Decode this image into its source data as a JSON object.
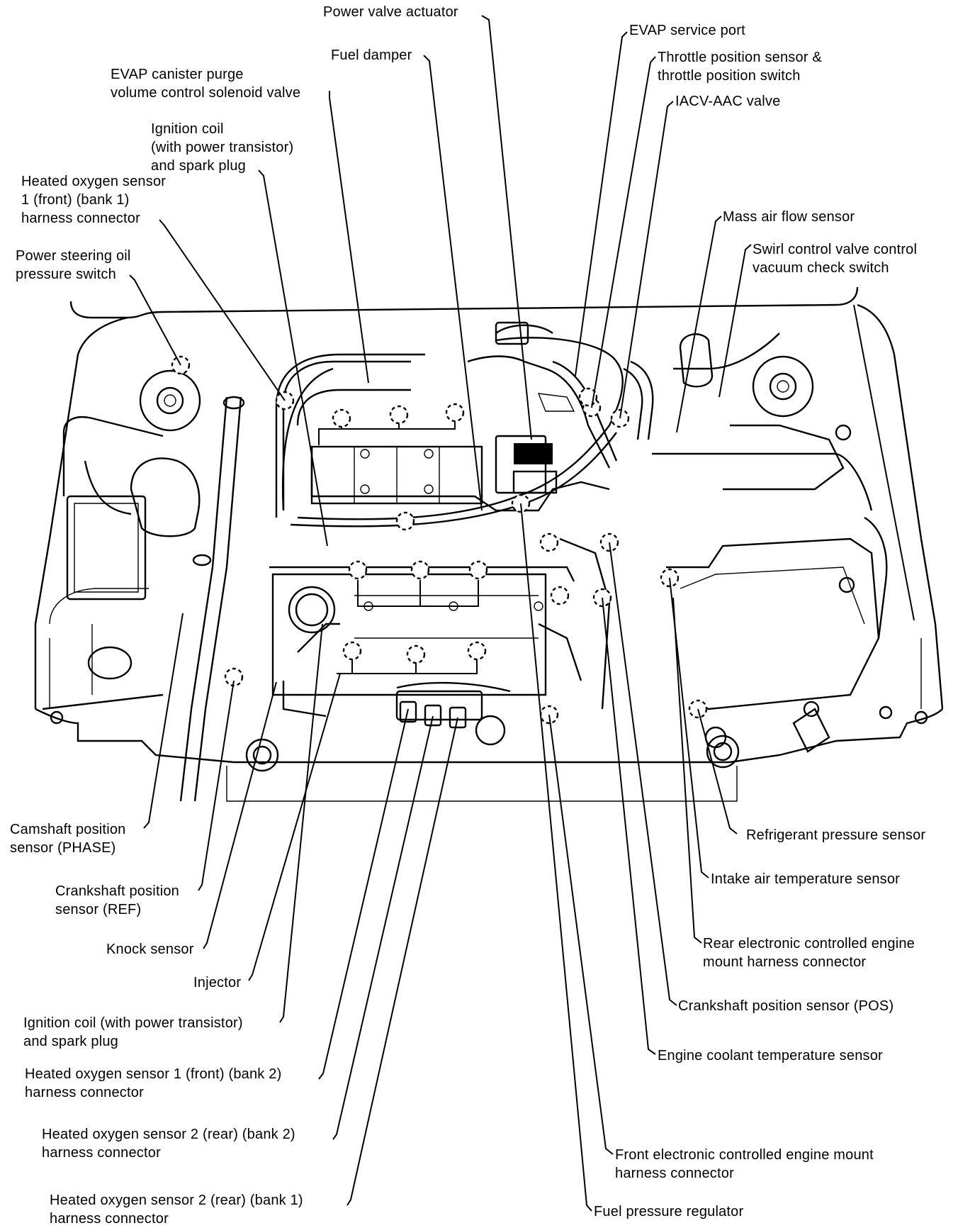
{
  "labels": {
    "power_valve_actuator": "Power valve actuator",
    "evap_service_port": "EVAP service port",
    "fuel_damper": "Fuel damper",
    "throttle_position_sensor": "Throttle position sensor &\nthrottle position switch",
    "evap_canister_purge": "EVAP canister purge\nvolume control solenoid valve",
    "iacv_aac_valve": "IACV-AAC valve",
    "ignition_coil_top": "Ignition coil\n(with power transistor)\nand spark plug",
    "heated_o2_front_bank1": "Heated oxygen sensor\n1 (front) (bank 1)\nharness connector",
    "mass_air_flow_sensor": "Mass air flow sensor",
    "power_steering_switch": "Power steering oil\npressure switch",
    "swirl_control_valve": "Swirl control valve control\nvacuum check switch",
    "camshaft_position_sensor": "Camshaft position\nsensor (PHASE)",
    "refrigerant_pressure_sensor": "Refrigerant pressure sensor",
    "crankshaft_position_ref": "Crankshaft position\nsensor (REF)",
    "intake_air_temp_sensor": "Intake air temperature sensor",
    "knock_sensor": "Knock sensor",
    "rear_engine_mount_connector": "Rear electronic controlled engine\nmount harness connector",
    "injector": "Injector",
    "crankshaft_position_pos": "Crankshaft position sensor (POS)",
    "ignition_coil_bottom": "Ignition coil (with power transistor)\nand spark plug",
    "engine_coolant_temp_sensor": "Engine coolant temperature sensor",
    "heated_o2_front_bank2": "Heated oxygen sensor 1 (front) (bank 2)\nharness connector",
    "heated_o2_rear_bank2": "Heated oxygen sensor 2 (rear) (bank 2)\nharness connector",
    "front_engine_mount_connector": "Front electronic controlled engine mount\nharness connector",
    "heated_o2_rear_bank1": "Heated oxygen sensor 2 (rear) (bank 1)\nharness connector",
    "fuel_pressure_regulator": "Fuel pressure regulator"
  }
}
